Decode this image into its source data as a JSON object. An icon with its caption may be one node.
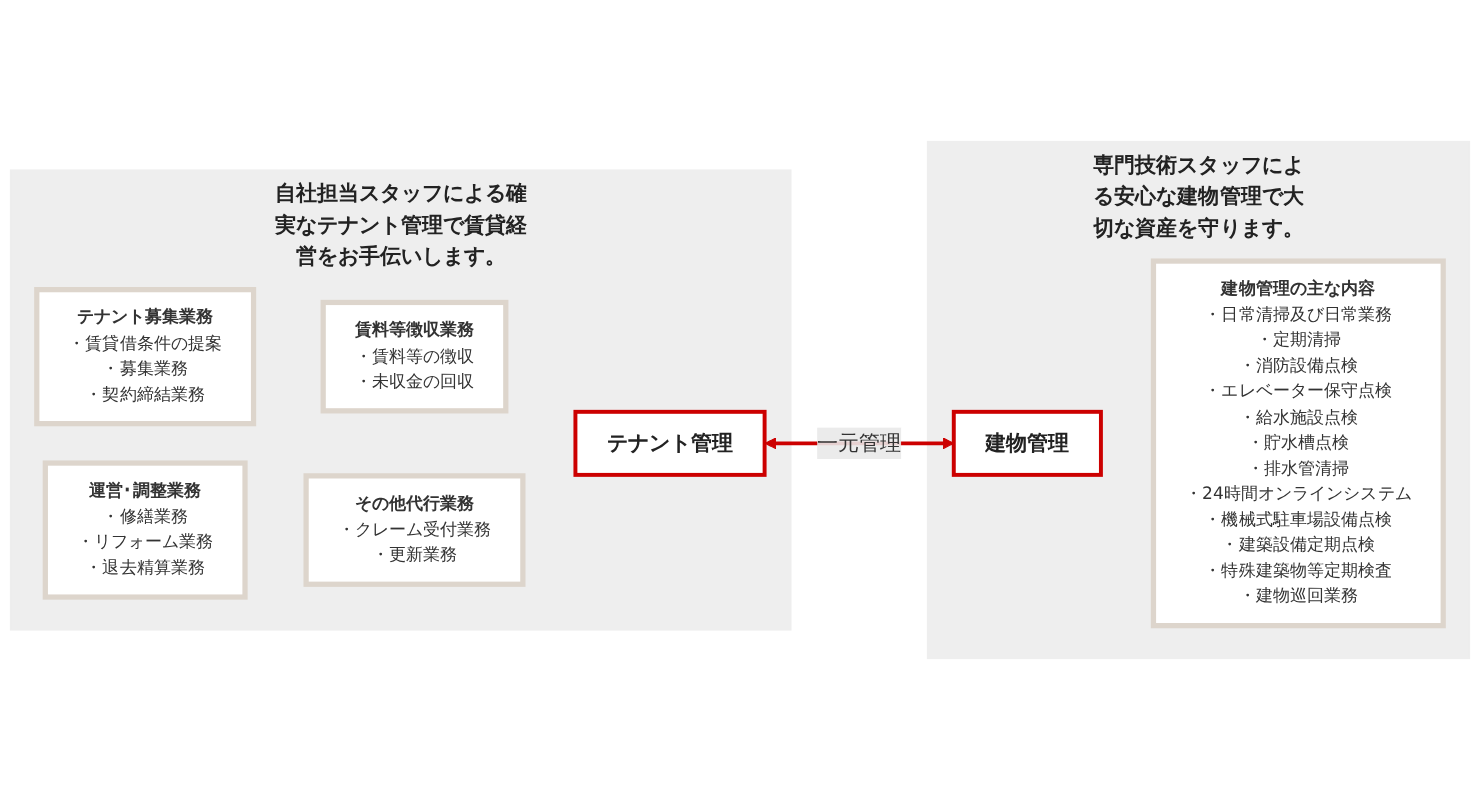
{
  "diagram": {
    "nodes": [
      {
        "text": [
          "自社担当スタッフによる確実なテナント管理で賃貸経営をお手伝いします。"
        ]
      },
      {
        "text": [
          "テナント管理"
        ],
        "in": 0
      },
      {
        "text": [
          "テナント募集業務",
          "・賃貸借条件の提案",
          "・募集業務",
          "・契約締結業務"
        ],
        "in": 0
      },
      {
        "text": [
          "賃料等徴収業務",
          "・賃料等の徴収",
          "・未収金の回収"
        ],
        "in": 0
      },
      {
        "text": [
          "運営･調整業務",
          "・修繕業務",
          "・リフォーム業務",
          "・退去精算業務"
        ],
        "in": 0
      },
      {
        "text": [
          "その他代行業務",
          "・クレーム受付業務",
          "・更新業務"
        ],
        "in": 0
      },
      {
        "text": [
          "専門技術スタッフによる安心な建物管理で大切な資産を守ります。"
        ]
      },
      {
        "text": [
          "建物管理"
        ],
        "in": 6
      },
      {
        "text": [
          "建物管理の主な内容",
          "・日常清掃及び日常業務",
          "・定期清掃",
          "・消防設備点検",
          "・エレベーター保守点検",
          "・給水施設点検",
          "・貯水槽点検",
          "・排水管清掃",
          "・24時間オンラインシステム",
          "・機械式駐車場設備点検",
          "・建築設備定期点検",
          "・特殊建築物等定期検査",
          "・建物巡回業務"
        ],
        "in": 6
      }
    ],
    "edges": [
      {
        "from": 1,
        "to": 7,
        "arrow": "both",
        "label": "一元管理",
        "color": "#cc0000"
      }
    ]
  }
}
